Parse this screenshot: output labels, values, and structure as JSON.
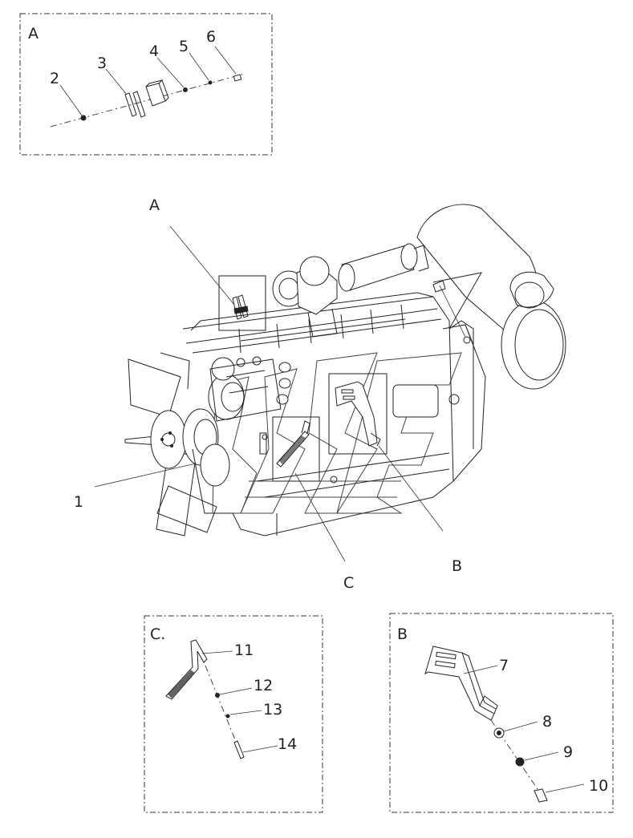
{
  "detail_a": {
    "title": "A",
    "callouts": [
      "2",
      "3",
      "4",
      "5",
      "6"
    ]
  },
  "main_view": {
    "callout_a": "A",
    "callout_b": "B",
    "callout_c": "C",
    "callout_1": "1"
  },
  "detail_c": {
    "title": "C.",
    "callouts": [
      "11",
      "12",
      "13",
      "14"
    ]
  },
  "detail_b": {
    "title": "B",
    "callouts": [
      "7",
      "8",
      "9",
      "10"
    ]
  }
}
